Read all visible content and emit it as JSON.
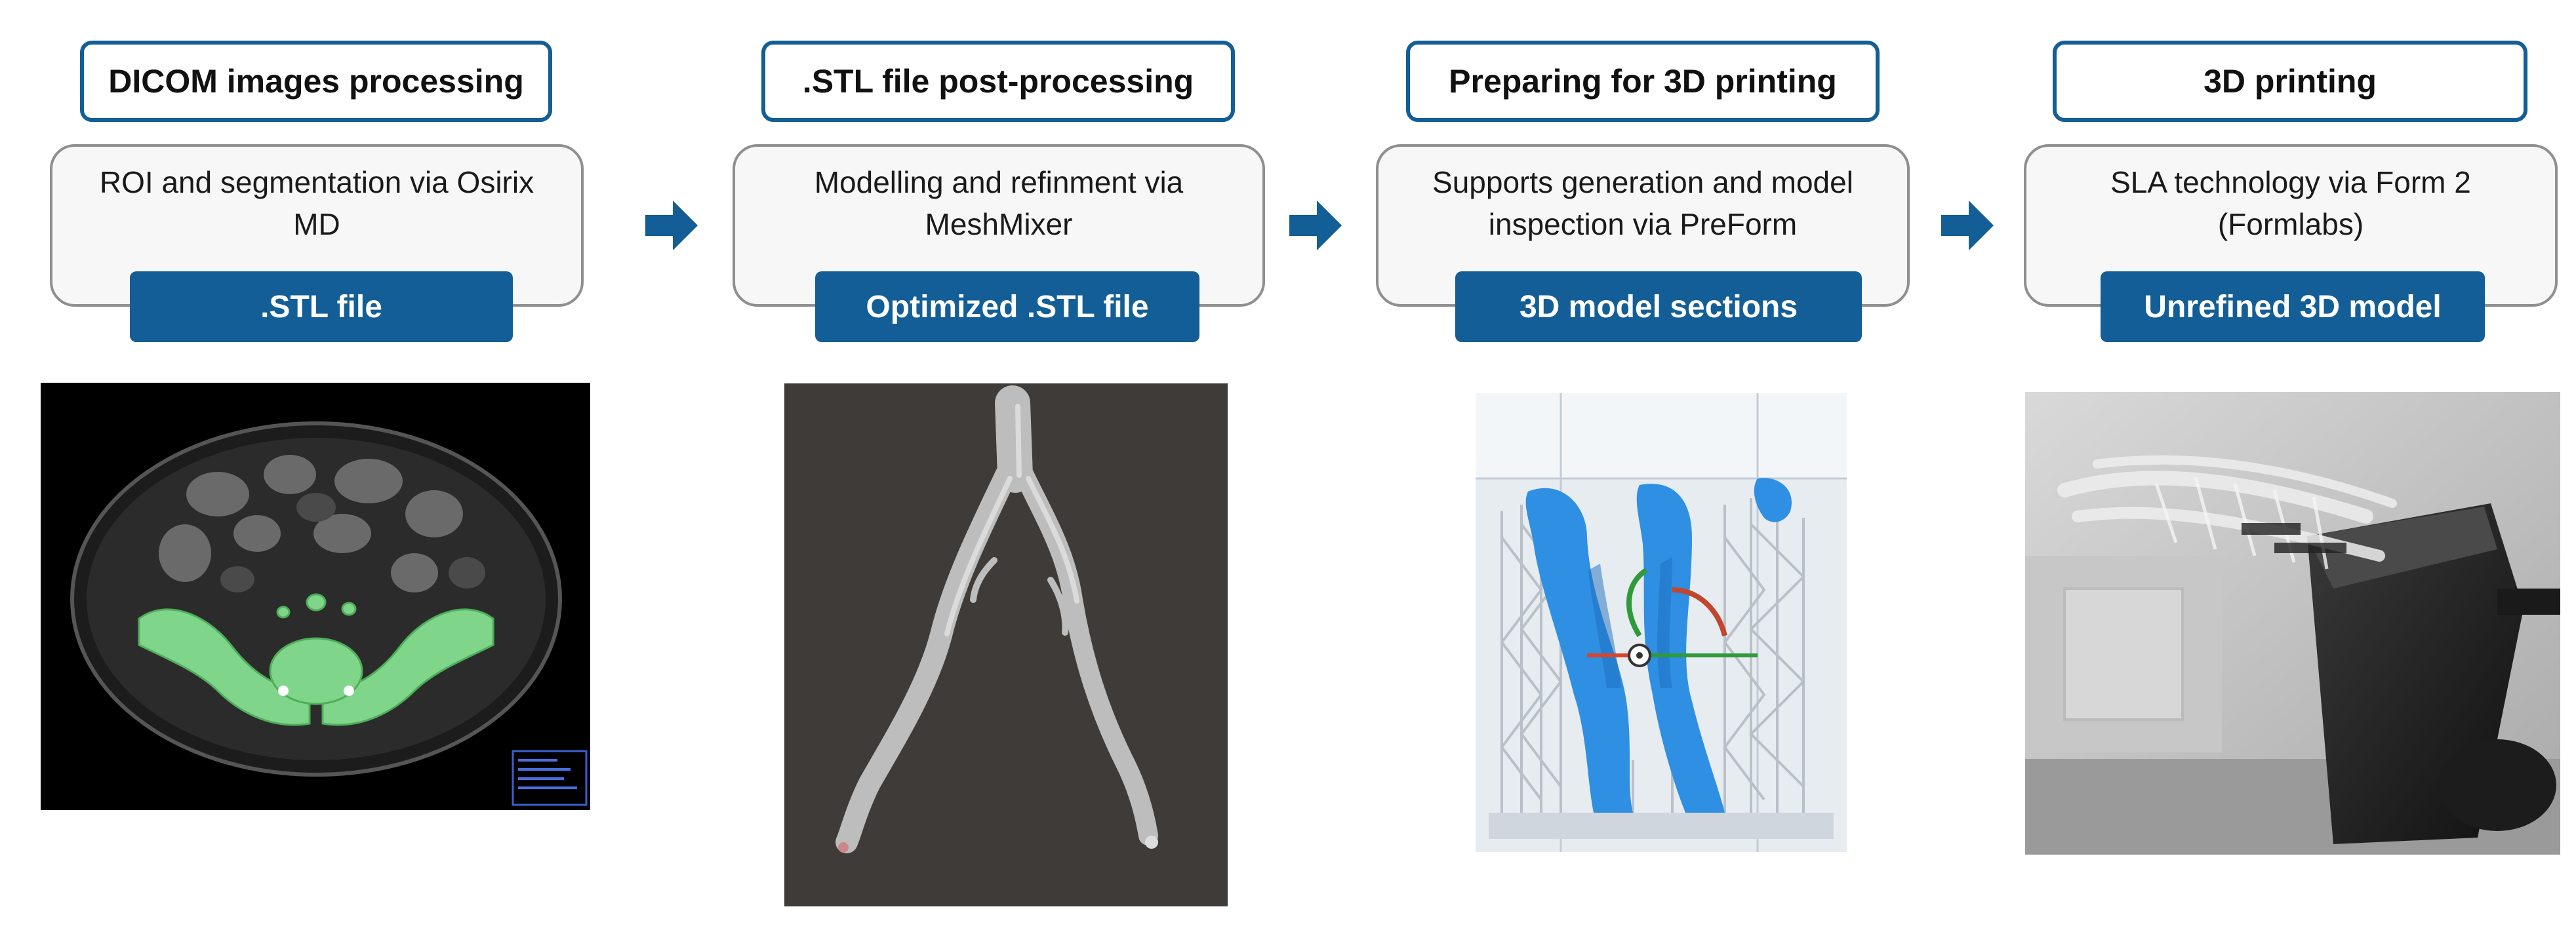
{
  "stages": [
    {
      "title": "DICOM images processing",
      "description": "ROI and segmentation via Osirix MD",
      "output": ".STL file",
      "image": "ct-scan-segmentation-image"
    },
    {
      "title": ".STL file post-processing",
      "description": "Modelling and refinment via MeshMixer",
      "output": "Optimized .STL file",
      "image": "mesh-model-render-image"
    },
    {
      "title": "Preparing for 3D printing",
      "description": "Supports generation and model inspection via PreForm",
      "output": "3D model sections",
      "image": "preform-supports-image"
    },
    {
      "title": "3D printing",
      "description": "SLA technology via Form 2 (Formlabs)",
      "output": "Unrefined 3D model",
      "image": "printed-model-photo"
    }
  ],
  "colors": {
    "accent": "#135e96",
    "desc_border": "#8f8f8f",
    "desc_fill": "#f7f7f7"
  },
  "icons": [
    "arrow-right-icon"
  ]
}
